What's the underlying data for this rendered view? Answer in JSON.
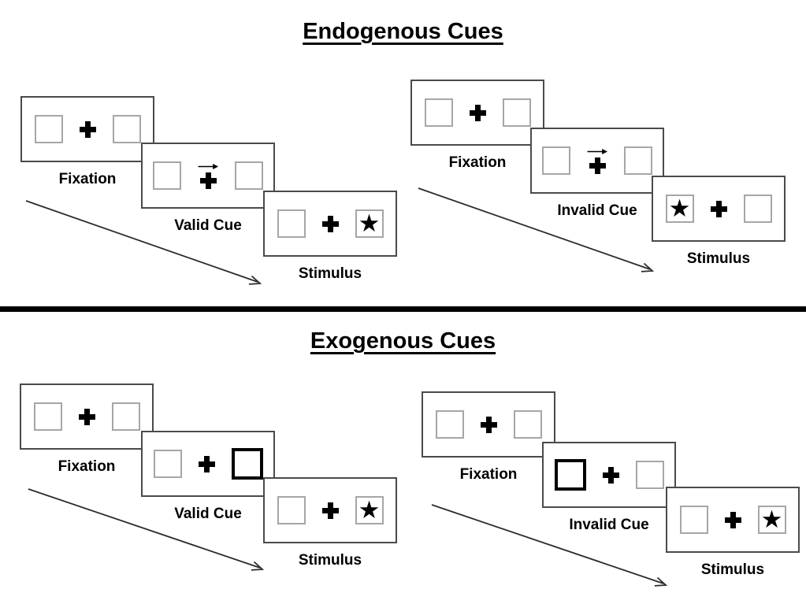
{
  "page": {
    "background": "#ffffff",
    "divider_color": "#000000"
  },
  "colors": {
    "panel_border": "#4a4a4a",
    "placeholder_square_border": "#a6a6a6",
    "exogenous_cue_square_border": "#000000",
    "symbol_color": "#000000",
    "text_color": "#000000"
  },
  "glyphs": {
    "star": "★",
    "fixation_cross": "+",
    "endogenous_cue_arrow": "→"
  },
  "sections": [
    {
      "title": "Endogenous Cues",
      "sequences": [
        {
          "name": "valid",
          "steps": [
            {
              "label": "Fixation"
            },
            {
              "label": "Valid Cue"
            },
            {
              "label": "Stimulus"
            }
          ]
        },
        {
          "name": "invalid",
          "steps": [
            {
              "label": "Fixation"
            },
            {
              "label": "Invalid Cue"
            },
            {
              "label": "Stimulus"
            }
          ]
        }
      ]
    },
    {
      "title": "Exogenous Cues",
      "sequences": [
        {
          "name": "valid",
          "steps": [
            {
              "label": "Fixation"
            },
            {
              "label": "Valid Cue"
            },
            {
              "label": "Stimulus"
            }
          ]
        },
        {
          "name": "invalid",
          "steps": [
            {
              "label": "Fixation"
            },
            {
              "label": "Invalid Cue"
            },
            {
              "label": "Stimulus"
            }
          ]
        }
      ]
    }
  ]
}
